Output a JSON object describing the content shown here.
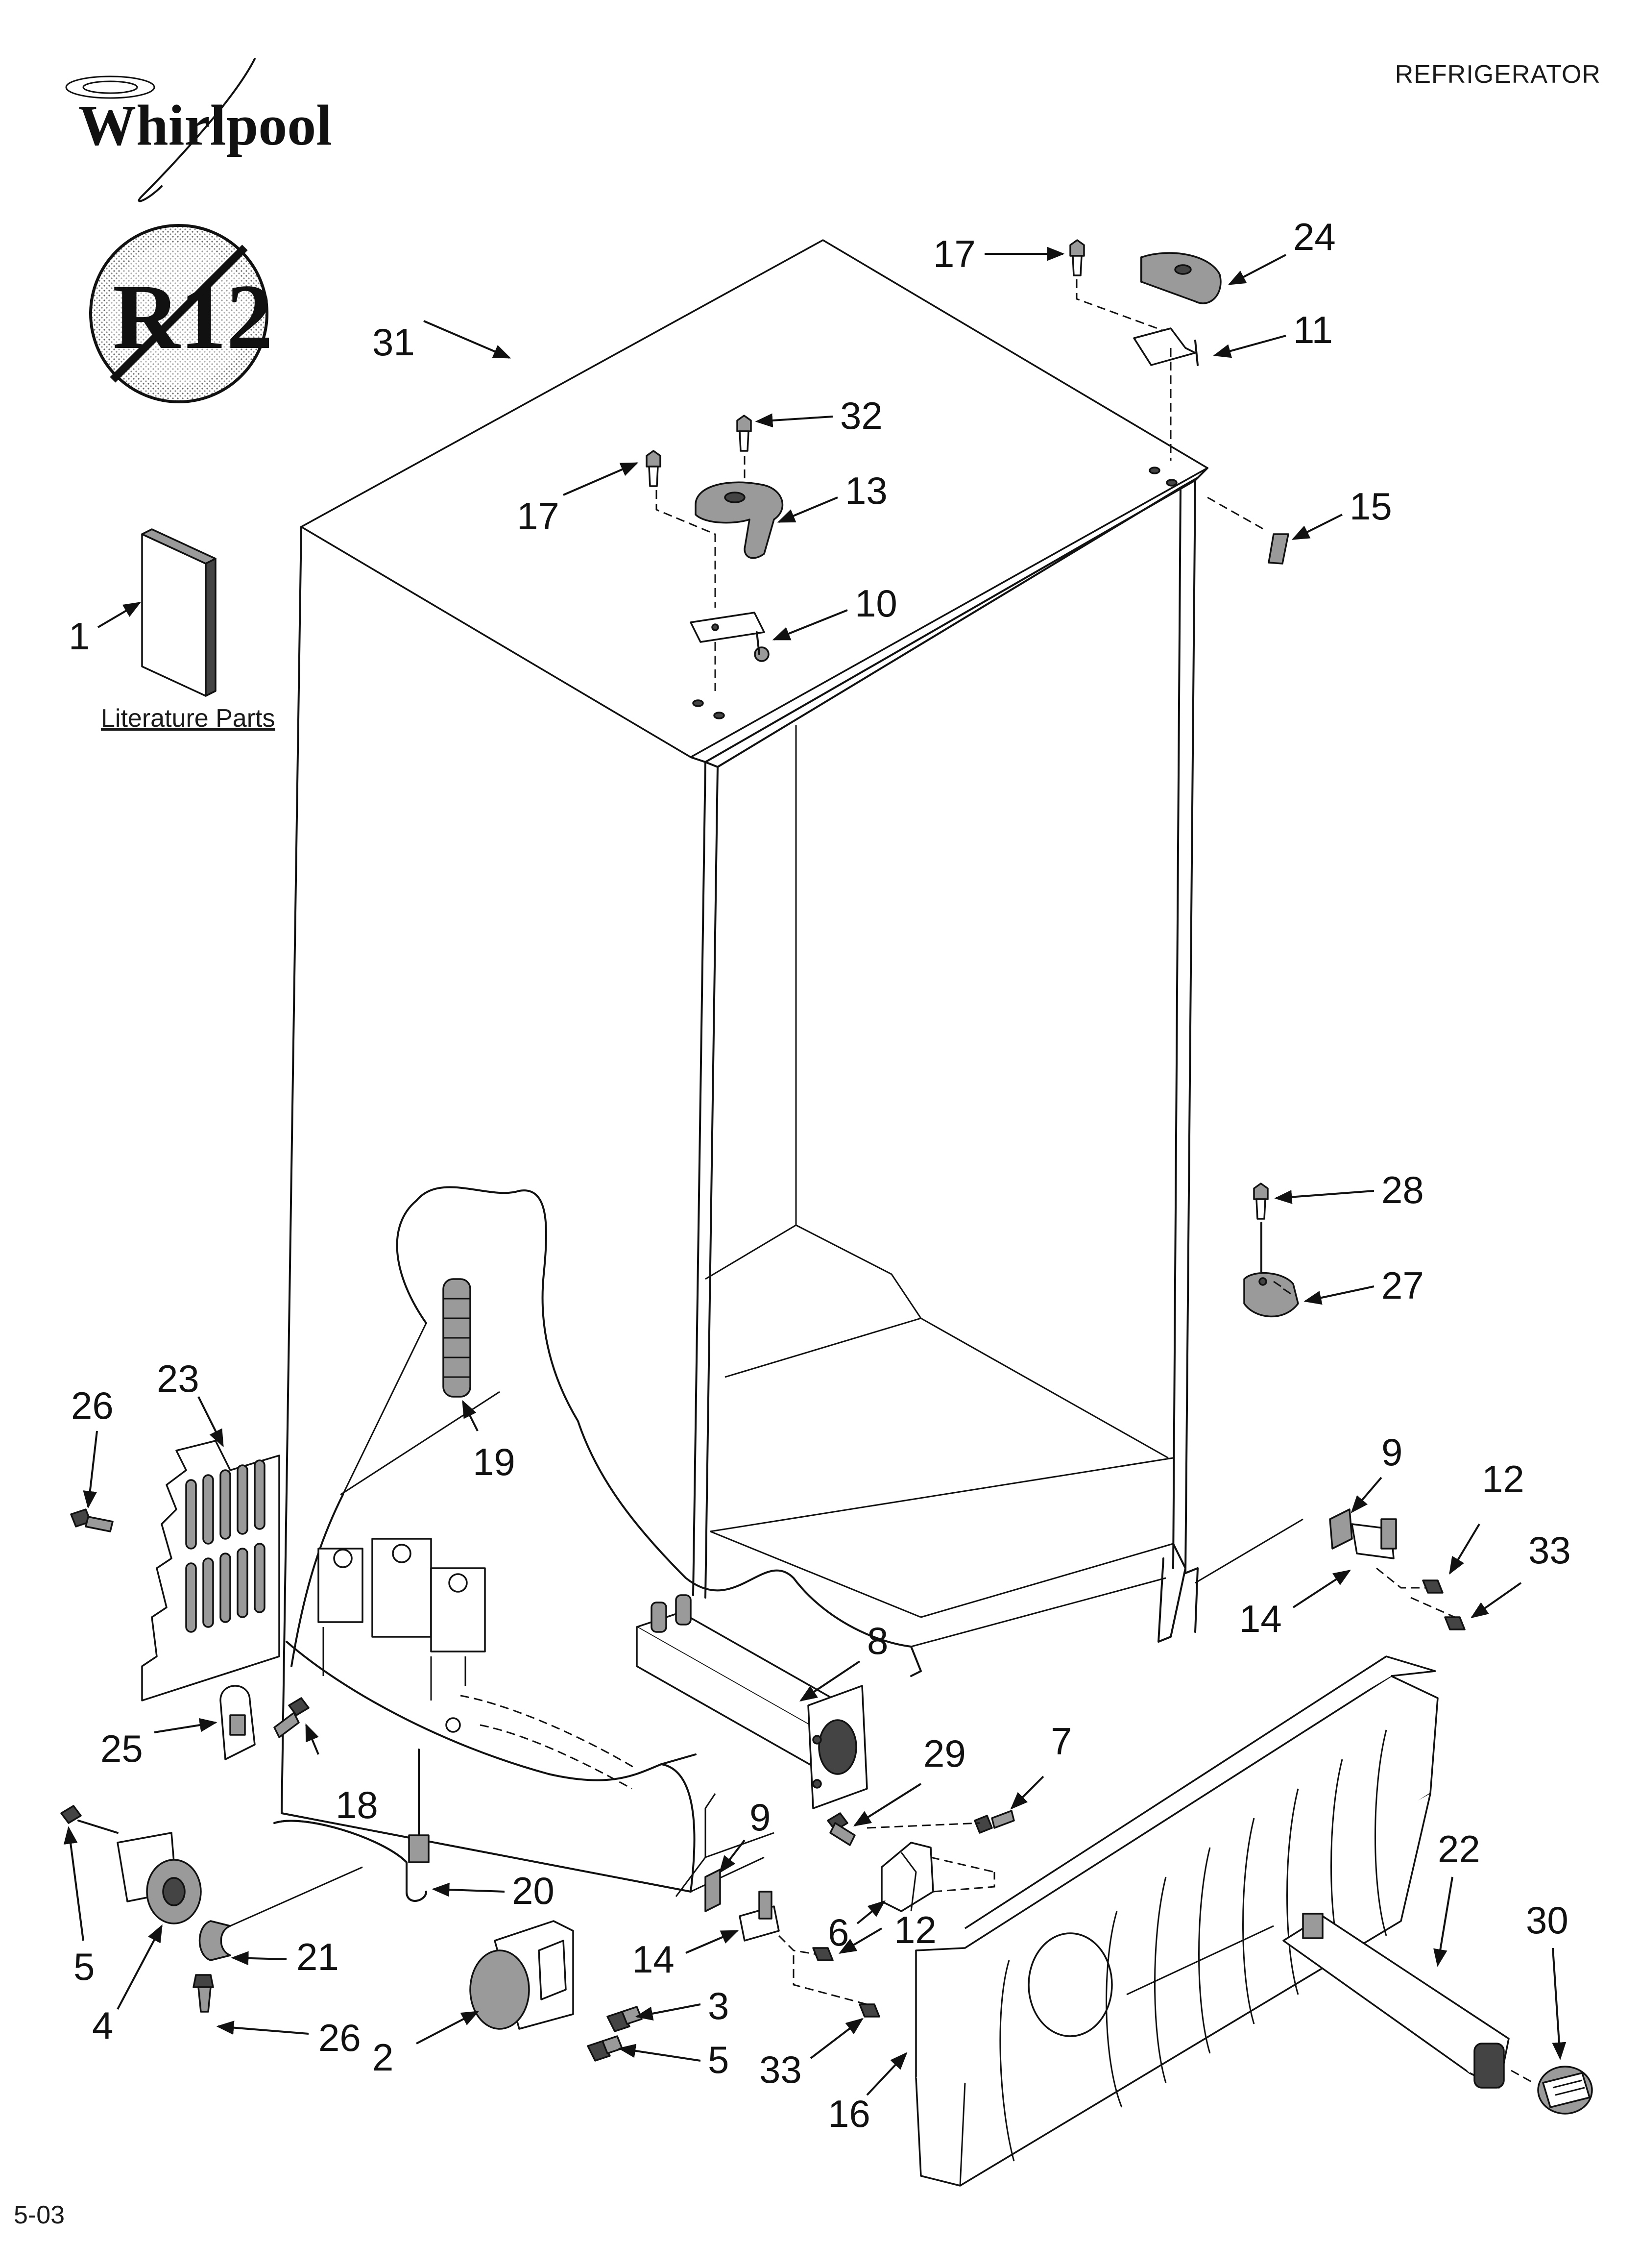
{
  "header": {
    "brand": "Whirlpool",
    "section_title": "REFRIGERATOR"
  },
  "badges": {
    "no_r12": "R12"
  },
  "literature": {
    "caption": "Literature Parts"
  },
  "footer": {
    "date_code": "5-03"
  },
  "callouts": [
    "1",
    "2",
    "3",
    "4",
    "5",
    "5",
    "6",
    "7",
    "8",
    "9",
    "9",
    "10",
    "11",
    "12",
    "12",
    "13",
    "14",
    "14",
    "15",
    "16",
    "17",
    "17",
    "18",
    "19",
    "20",
    "21",
    "22",
    "23",
    "24",
    "25",
    "26",
    "26",
    "27",
    "28",
    "29",
    "30",
    "31",
    "32",
    "33",
    "33"
  ]
}
